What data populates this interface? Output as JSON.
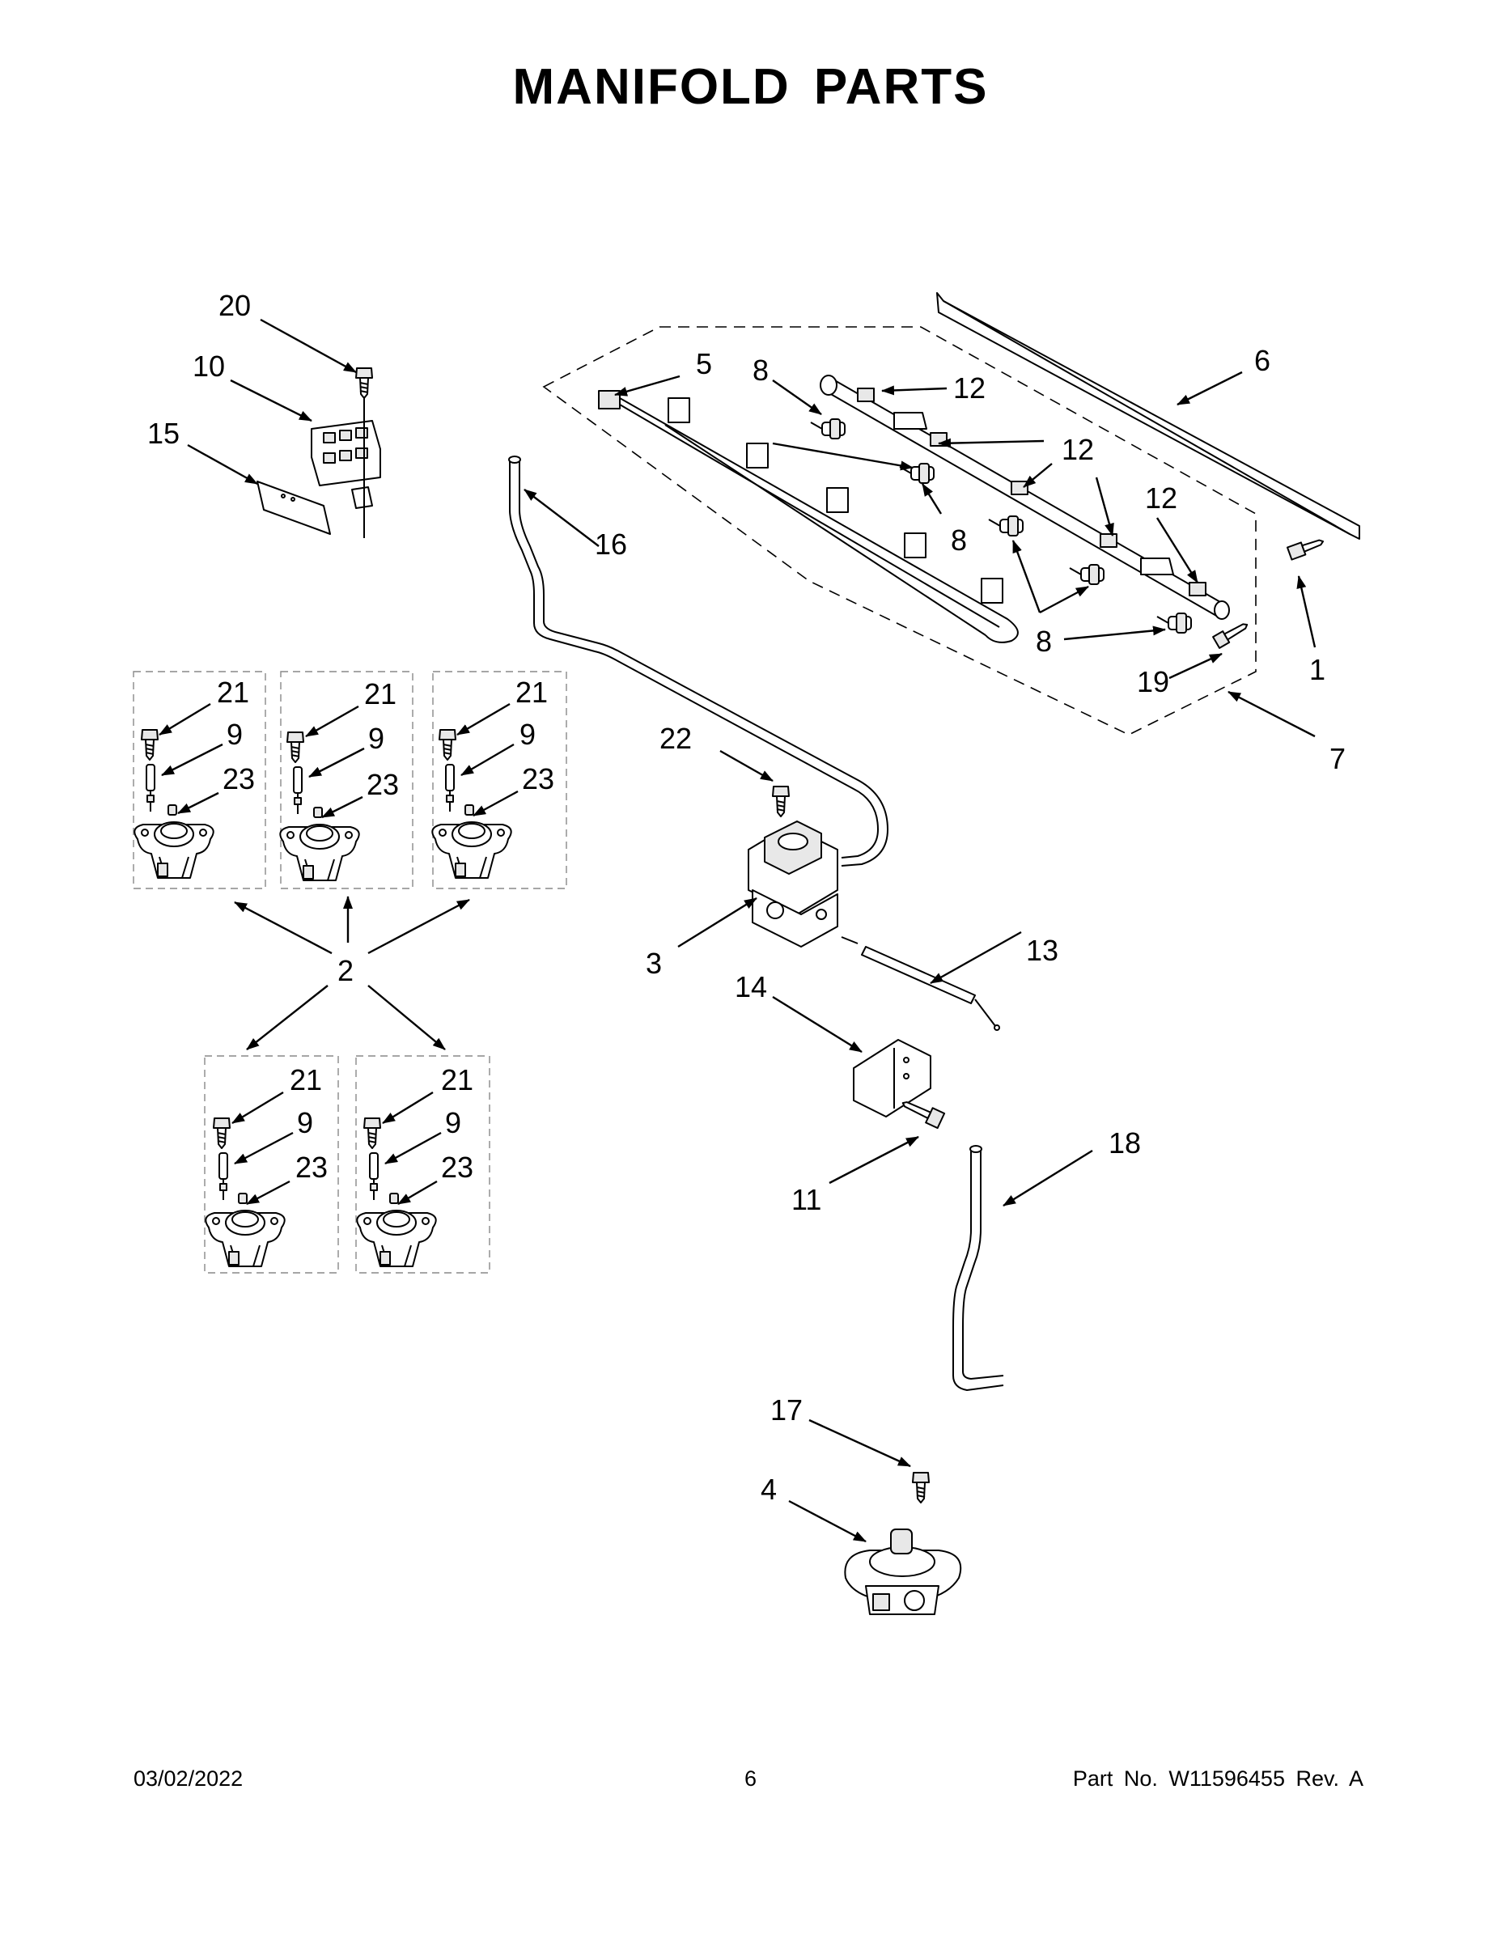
{
  "title": "MANIFOLD PARTS",
  "callouts": {
    "c1": "1",
    "c2": "2",
    "c3": "3",
    "c4": "4",
    "c5": "5",
    "c6": "6",
    "c7": "7",
    "c8": "8",
    "c9": "9",
    "c10": "10",
    "c11": "11",
    "c12": "12",
    "c13": "13",
    "c14": "14",
    "c15": "15",
    "c16": "16",
    "c17": "17",
    "c18": "18",
    "c19": "19",
    "c20": "20",
    "c21": "21",
    "c22": "22",
    "c23": "23"
  },
  "footer": {
    "date": "03/02/2022",
    "page": "6",
    "part": "Part No.  W11596455  Rev. A"
  }
}
